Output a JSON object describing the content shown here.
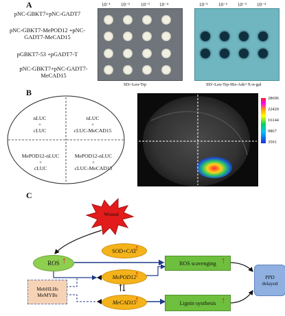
{
  "panelA": {
    "letter": "A",
    "dilutions": [
      "10⁻¹",
      "10⁻²",
      "10⁻³",
      "10⁻⁴"
    ],
    "rows": [
      "pNC-GBKT7+pNC-GADT7",
      "pNC-GBKT7-MePOD12 +pNC-GADT7-MeCAD15",
      "pGBKT7-53 +pGADT7-T",
      "pNC-GBKT7+pNC-GADT7-MeCAD15"
    ],
    "plate1_caption": "SD/-Leu-Trp",
    "plate2_caption": "SD/-Leu-Trp-His-Ade+X-α-gal"
  },
  "panelB": {
    "letter": "B",
    "quadrants": [
      [
        "nLUC",
        "+",
        "cLUC"
      ],
      [
        "nLUC",
        "+",
        "cLUC-MeCAD15"
      ],
      [
        "MePOD12-nLUC",
        "+",
        "cLUC"
      ],
      [
        "MePOD12-nLUC",
        "+",
        "cLUC-MeCAD15"
      ]
    ],
    "scale_values": [
      "28696",
      "22420",
      "16144",
      "9867",
      "3591"
    ]
  },
  "panelC": {
    "letter": "C",
    "wound": "Wound",
    "ros": "ROS",
    "sod_cat": "SOD+CAT",
    "mepod12": "MePOD12",
    "mecad15": "MeCAD15",
    "regulators": "MebHLHs\nMeMYBs",
    "ros_scavenging": "ROS scavenging",
    "lignin": "Lignin synthesis",
    "ppd": "PPD\ndelayed",
    "up_arrow": "↑",
    "double_arrow": "⇅"
  }
}
